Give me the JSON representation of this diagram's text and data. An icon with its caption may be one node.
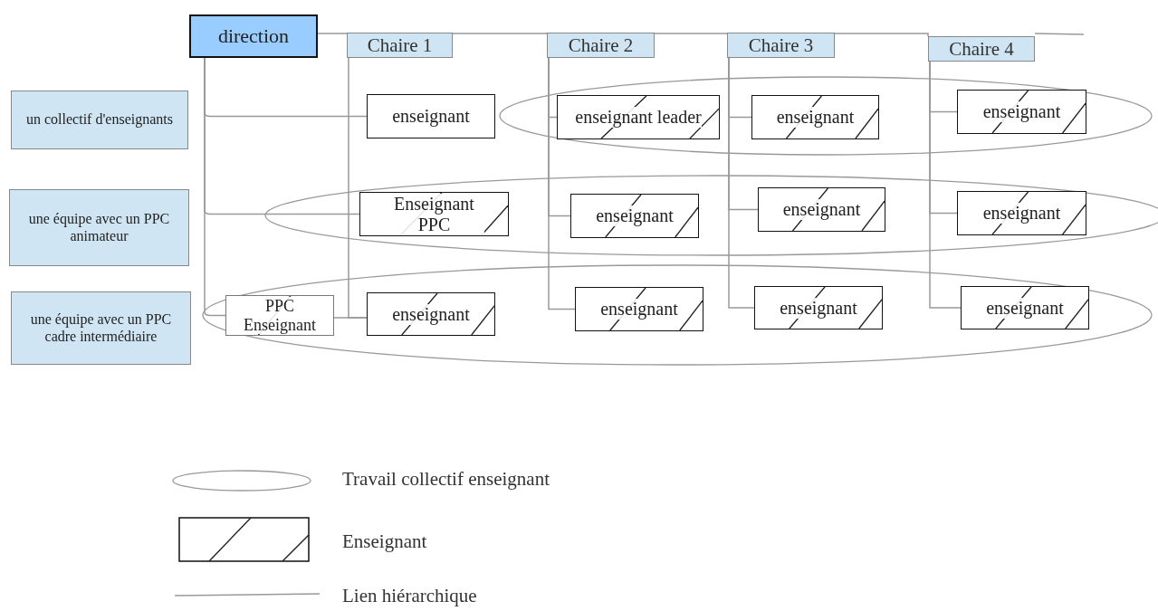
{
  "diagram": {
    "nodes": [
      {
        "text": [
          "direction"
        ]
      },
      {
        "text": [
          "Chaire 1"
        ]
      },
      {
        "text": [
          "Chaire 2"
        ]
      },
      {
        "text": [
          "Chaire 3"
        ]
      },
      {
        "text": [
          "Chaire 4"
        ]
      },
      {
        "text": [
          "un collectif d'enseignants"
        ]
      },
      {
        "text": [
          "une équipe avec un PPC animateur"
        ]
      },
      {
        "text": [
          "une équipe avec un PPC cadre intermédiaire"
        ]
      },
      {
        "text": [
          "enseignant"
        ]
      },
      {
        "text": [
          "enseignant leader"
        ]
      },
      {
        "text": [
          "enseignant"
        ]
      },
      {
        "text": [
          "enseignant"
        ]
      },
      {
        "text": [
          "Enseignant PPC"
        ]
      },
      {
        "text": [
          "enseignant"
        ]
      },
      {
        "text": [
          "enseignant"
        ]
      },
      {
        "text": [
          "enseignant"
        ]
      },
      {
        "text": [
          "PPC Enseignant"
        ]
      },
      {
        "text": [
          "enseignant"
        ]
      },
      {
        "text": [
          "enseignant"
        ]
      },
      {
        "text": [
          "enseignant"
        ]
      },
      {
        "text": [
          "enseignant"
        ]
      }
    ],
    "edges": [
      {
        "from": 0,
        "to": 1,
        "arrow": "none"
      },
      {
        "from": 0,
        "to": 2,
        "arrow": "none"
      },
      {
        "from": 0,
        "to": 3,
        "arrow": "none"
      },
      {
        "from": 0,
        "to": 4,
        "arrow": "none"
      },
      {
        "from": 0,
        "to": 8,
        "arrow": "none"
      },
      {
        "from": 0,
        "to": 12,
        "arrow": "none"
      },
      {
        "from": 0,
        "to": 16,
        "arrow": "none"
      },
      {
        "from": 16,
        "to": 17,
        "arrow": "none"
      },
      {
        "from": 1,
        "to": 17,
        "arrow": "none"
      },
      {
        "from": 2,
        "to": 9,
        "arrow": "none"
      },
      {
        "from": 2,
        "to": 13,
        "arrow": "none"
      },
      {
        "from": 2,
        "to": 18,
        "arrow": "none"
      },
      {
        "from": 3,
        "to": 10,
        "arrow": "none"
      },
      {
        "from": 3,
        "to": 14,
        "arrow": "none"
      },
      {
        "from": 3,
        "to": 19,
        "arrow": "none"
      },
      {
        "from": 4,
        "to": 11,
        "arrow": "none"
      },
      {
        "from": 4,
        "to": 15,
        "arrow": "none"
      },
      {
        "from": 4,
        "to": 20,
        "arrow": "none"
      }
    ],
    "legend": [
      {
        "text": "Travail collectif enseignant"
      },
      {
        "text": "Enseignant"
      },
      {
        "text": "Lien hiérarchique"
      }
    ]
  }
}
